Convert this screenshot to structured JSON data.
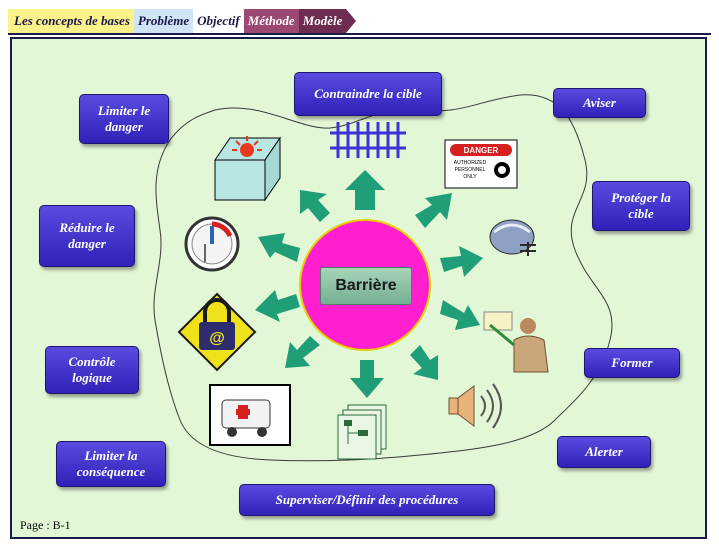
{
  "tabs": [
    {
      "label": "Les concepts de bases"
    },
    {
      "label": "Problème"
    },
    {
      "label": "Objectif"
    },
    {
      "label": "Méthode"
    },
    {
      "label": "Modèle"
    }
  ],
  "center": {
    "label": "Barrière"
  },
  "boxes": {
    "contraindre": "Contraindre la cible",
    "aviser": "Aviser",
    "proteger": "Protéger la cible",
    "former": "Former",
    "alerter": "Alerter",
    "superviser": "Superviser/Définir des procédures",
    "limiter_consequence": "Limiter la conséquence",
    "controle": "Contrôle logique",
    "reduire": "Réduire le danger",
    "limiter_danger": "Limiter le danger"
  },
  "danger_sign": {
    "title": "DANGER",
    "line1": "AUTHORIZED",
    "line2": "PERSONNEL",
    "line3": "ONLY"
  },
  "footer": {
    "page": "Page : B-1"
  },
  "colors": {
    "stage_bg": "#e2f7d6",
    "box": "#3a2cc8",
    "circle": "#ff1fcf",
    "arrow": "#1f9e78",
    "center_box": "#8fc4a6"
  }
}
